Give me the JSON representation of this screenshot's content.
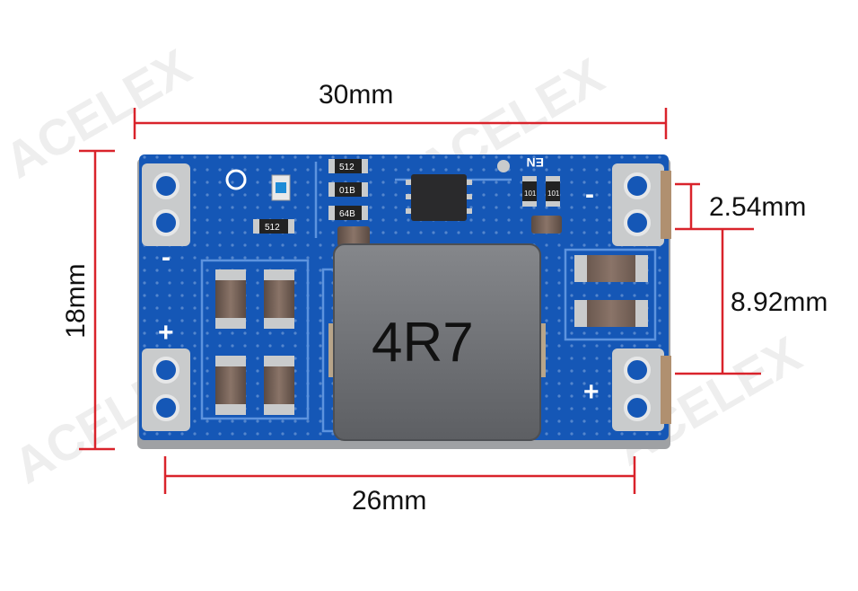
{
  "dimensions": {
    "width_label": "30mm",
    "pin_span_label": "26mm",
    "height_label": "18mm",
    "pin_pitch_label": "2.54mm",
    "pin_group_spacing_label": "8.92mm"
  },
  "board": {
    "inductor_marking": "4R7",
    "resistor_markings": [
      "512",
      "01B",
      "64B",
      "512",
      "101",
      "101"
    ],
    "enable_label": "EN",
    "plus_label": "+",
    "minus_label": "-"
  },
  "watermark": {
    "text": "ACELEX"
  },
  "colors": {
    "dimension_line": "#d9232b",
    "pcb_blue": "#1557b6",
    "pcb_edge": "#0e3f8c",
    "inductor": "#6d6f73",
    "pad_silver": "#c9cbcc"
  }
}
